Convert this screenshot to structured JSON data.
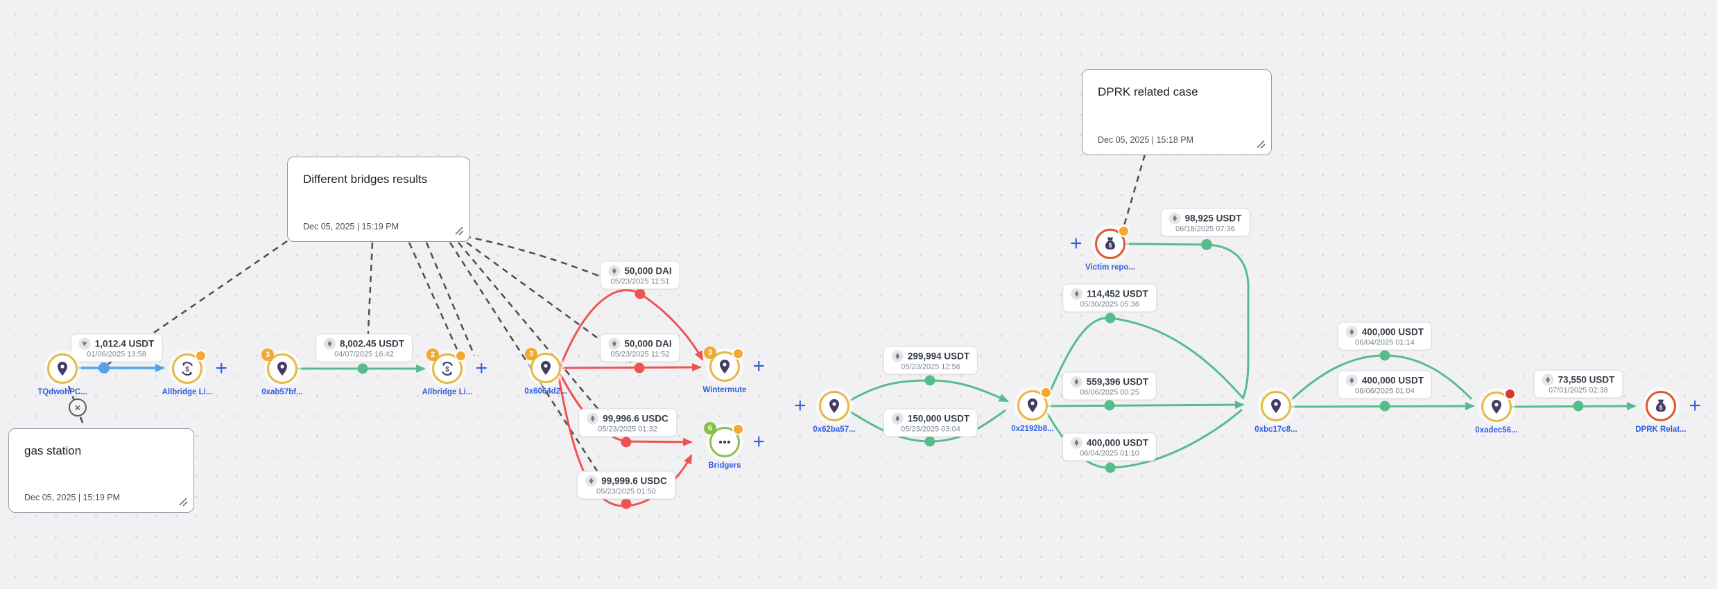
{
  "app": {
    "description": "blockchain transaction flow investigation canvas"
  },
  "ui": {
    "add_label": "+",
    "unlink_label": "×"
  },
  "colors": {
    "background": "#F1F1F3",
    "edge_green": "#57BC8C",
    "edge_blue": "#54A3EA",
    "edge_red": "#EE5350",
    "dashed_link": "#4E4E52",
    "node_ring_yellow": "#E6B840",
    "node_ring_red": "#E2552B",
    "node_ring_green": "#8CBF4E",
    "badge_orange": "#F2A831",
    "badge_green": "#8CBF4E",
    "status_dot_orange": "#F2A831",
    "status_dot_red": "#D63A2F",
    "node_label_blue": "#2F5FDE"
  },
  "notes": [
    {
      "title": "Different bridges results",
      "timestamp": "Dec 05, 2025 | 15:19 PM"
    },
    {
      "title": "gas station",
      "timestamp": "Dec 05, 2025 | 15:19 PM"
    },
    {
      "title": "DPRK related case",
      "timestamp": "Dec 05, 2025 | 15:18 PM"
    }
  ],
  "nodes": [
    {
      "label": "TQdwohPC...",
      "icon": "location-pin"
    },
    {
      "label": "Allbridge Li...",
      "icon": "bridge-swap",
      "status_dot": "orange"
    },
    {
      "label": "0xab57bf...",
      "icon": "location-pin",
      "badge": "3"
    },
    {
      "label": "Allbridge Li...",
      "icon": "bridge-swap",
      "badge": "2",
      "status_dot": "orange"
    },
    {
      "label": "0x6064d2...",
      "icon": "location-pin",
      "badge": "3"
    },
    {
      "label": "Wintermute",
      "icon": "location-pin",
      "badge": "3",
      "status_dot": "orange"
    },
    {
      "label": "Bridgers",
      "icon": "ellipsis",
      "badge": "6",
      "status_dot": "orange"
    },
    {
      "label": "Victim repo...",
      "icon": "money-bag",
      "status_dot": "orange"
    },
    {
      "label": "0x62ba57...",
      "icon": "location-pin"
    },
    {
      "label": "0x2192b8...",
      "icon": "location-pin",
      "status_dot": "orange"
    },
    {
      "label": "0xbc17c8...",
      "icon": "location-pin"
    },
    {
      "label": "0xadec56...",
      "icon": "location-pin",
      "status_dot": "red"
    },
    {
      "label": "DPRK Relat...",
      "icon": "money-bag"
    }
  ],
  "edge_labels": [
    {
      "amount": "1,012.4 USDT",
      "timestamp": "01/06/2025 13:58",
      "chain": "tron"
    },
    {
      "amount": "8,002.45 USDT",
      "timestamp": "04/07/2025 16:42",
      "chain": "eth"
    },
    {
      "amount": "50,000 DAI",
      "timestamp": "05/23/2025 11:51",
      "chain": "eth"
    },
    {
      "amount": "50,000 DAI",
      "timestamp": "05/23/2025 11:52",
      "chain": "eth"
    },
    {
      "amount": "99,996.6 USDC",
      "timestamp": "05/23/2025 01:32",
      "chain": "eth"
    },
    {
      "amount": "99,999.6 USDC",
      "timestamp": "05/23/2025 01:50",
      "chain": "eth"
    },
    {
      "amount": "98,925 USDT",
      "timestamp": "06/18/2025 07:36",
      "chain": "eth"
    },
    {
      "amount": "299,994 USDT",
      "timestamp": "05/23/2025 12:56",
      "chain": "eth"
    },
    {
      "amount": "150,000 USDT",
      "timestamp": "05/23/2025 03:04",
      "chain": "eth"
    },
    {
      "amount": "114,452 USDT",
      "timestamp": "05/30/2025 05:36",
      "chain": "eth"
    },
    {
      "amount": "559,396 USDT",
      "timestamp": "06/06/2025 00:25",
      "chain": "eth"
    },
    {
      "amount": "400,000 USDT",
      "timestamp": "06/04/2025 01:10",
      "chain": "eth"
    },
    {
      "amount": "400,000 USDT",
      "timestamp": "06/04/2025 01:14",
      "chain": "eth"
    },
    {
      "amount": "400,000 USDT",
      "timestamp": "06/06/2025 01:04",
      "chain": "eth"
    },
    {
      "amount": "73,550 USDT",
      "timestamp": "07/01/2025 02:38",
      "chain": "eth"
    }
  ]
}
